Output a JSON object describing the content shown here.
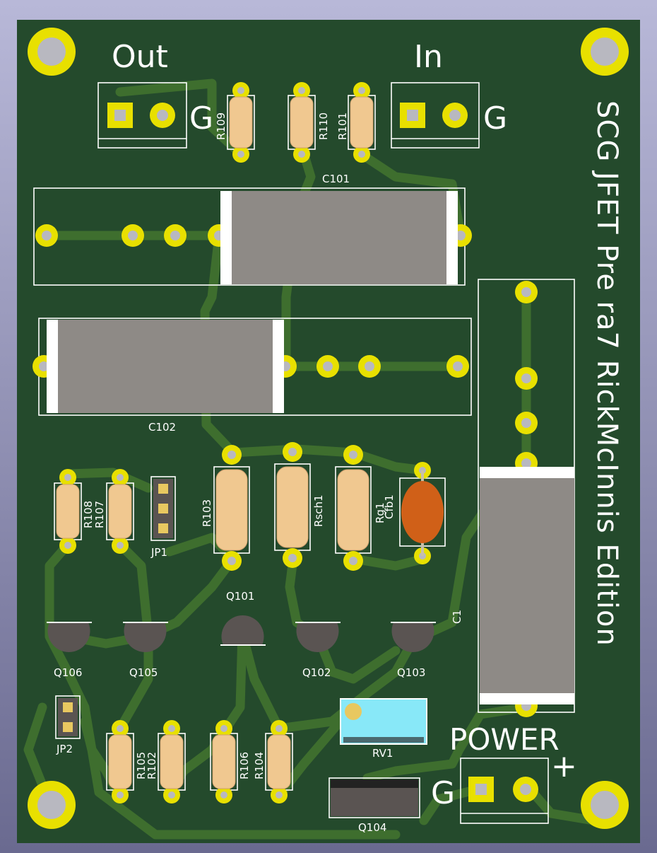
{
  "board": {
    "title": "SCG JFET Pre ra7 RickMcInnis Edition",
    "colors": {
      "background_top": "#b8b8d8",
      "background_bottom": "#6a6a90",
      "pcb": "#244a2c",
      "trace": "#3e6e2e",
      "pad": "#e8e000",
      "hole": "#b8b8c0",
      "silkscreen": "#ffffff",
      "capacitor_body": "#8e8a86",
      "resistor_body": "#f0c890",
      "ceramic_cap": "#d06018",
      "trimmer": "#88e8f8",
      "transistor": "#5a5452"
    }
  },
  "connectors": {
    "out_label": "Out",
    "in_label": "In",
    "power_label": "POWER",
    "ground_label": "G",
    "plus_label": "+"
  },
  "labels": {
    "r109": "R109",
    "r110": "R110",
    "r101": "R101",
    "c101": "C101",
    "c102": "C102",
    "c1": "C1",
    "r108": "R108",
    "r107": "R107",
    "jp1": "JP1",
    "jp2": "JP2",
    "r103": "R103",
    "rsch1": "Rsch1",
    "rg1": "Rg1",
    "cfb1": "Cfb1",
    "q101": "Q101",
    "q102": "Q102",
    "q103": "Q103",
    "q104": "Q104",
    "q105": "Q105",
    "q106": "Q106",
    "r105": "R105",
    "r102": "R102",
    "r106": "R106",
    "r104": "R104",
    "rv1": "RV1"
  }
}
